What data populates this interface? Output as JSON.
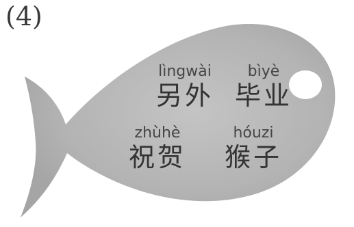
{
  "exercise": {
    "number": "(4)"
  },
  "words": [
    {
      "pinyin": "lìngwài",
      "hanzi": "另外"
    },
    {
      "pinyin": "bìyè",
      "hanzi": "毕业"
    },
    {
      "pinyin": "zhùhè",
      "hanzi": "祝贺"
    },
    {
      "pinyin": "hóuzi",
      "hanzi": "猴子"
    }
  ],
  "colors": {
    "fish_body": "#b5b5b5",
    "fish_eye": "#ffffff",
    "text": "#333333"
  }
}
